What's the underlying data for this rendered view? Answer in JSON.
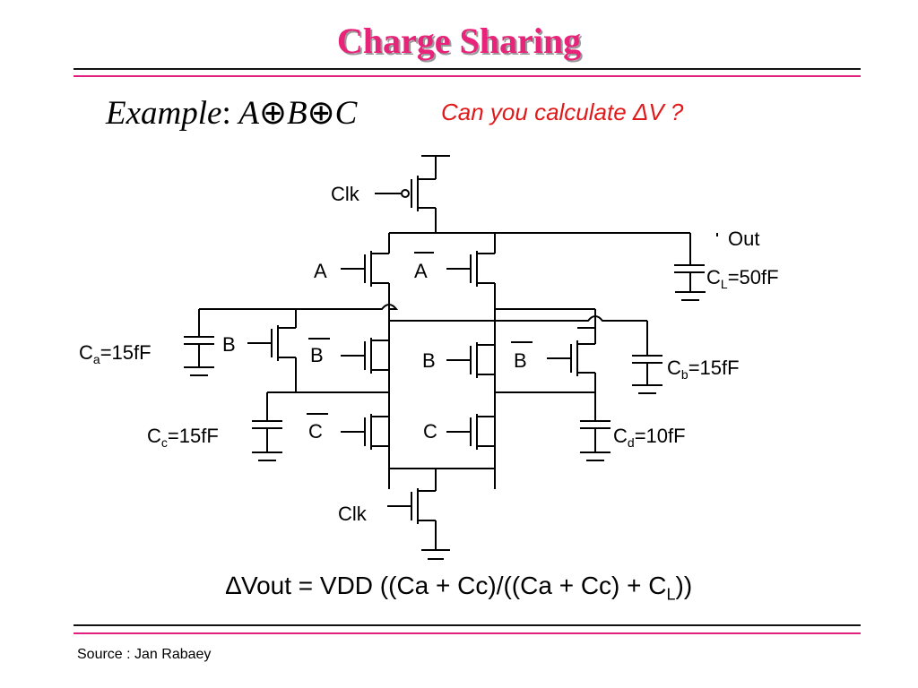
{
  "slide": {
    "title": "Charge Sharing",
    "example": {
      "label": "Example",
      "colon": ":",
      "terms": [
        "A",
        "B",
        "C"
      ],
      "operator": "⊕"
    },
    "question": "Can you calculate ΔV ?",
    "formula": {
      "prefix": "∆Vout =  VDD ((Ca + Cc)/((Ca + Cc) + C",
      "sub": "L",
      "suffix": "))"
    },
    "source": "Source : Jan Rabaey"
  },
  "circuit": {
    "labels": {
      "clk_top": "Clk",
      "clk_bottom": "Clk",
      "out": "Out",
      "gate_a": "A",
      "gate_a_bar": "A",
      "gate_b_left": "B",
      "gate_b_bar_left": "B",
      "gate_b_mid": "B",
      "gate_b_bar_right": "B",
      "gate_c_bar": "C",
      "gate_c": "C"
    },
    "capacitors": {
      "cl": {
        "name": "C",
        "sub": "L",
        "value": "=50fF"
      },
      "ca": {
        "name": "C",
        "sub": "a",
        "value": "=15fF"
      },
      "cb": {
        "name": "C",
        "sub": "b",
        "value": "=15fF"
      },
      "cc": {
        "name": "C",
        "sub": "c",
        "value": "=15fF"
      },
      "cd": {
        "name": "C",
        "sub": "d",
        "value": "=10fF"
      }
    }
  },
  "colors": {
    "title": "#e8237a",
    "question": "#e0191a",
    "rule_pink": "#e0207a"
  }
}
